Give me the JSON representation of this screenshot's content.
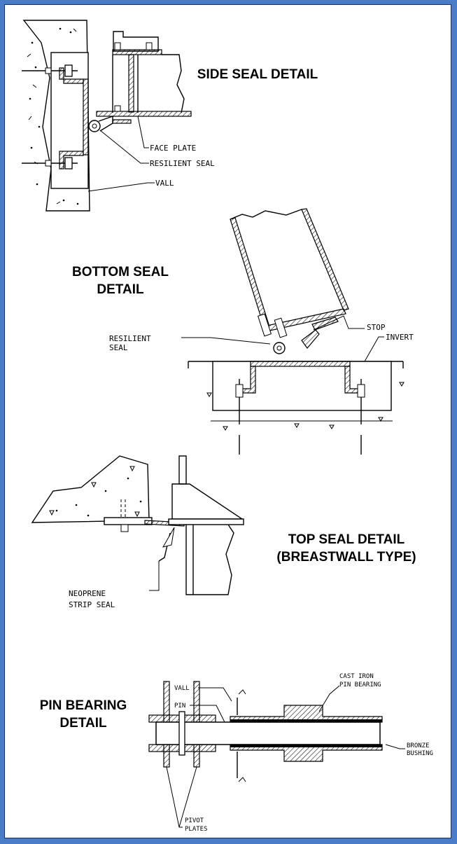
{
  "side_seal": {
    "title": "SIDE SEAL DETAIL",
    "labels": {
      "face_plate": "FACE PLATE",
      "resilient_seal": "RESILIENT SEAL",
      "wall": "VALL"
    }
  },
  "bottom_seal": {
    "title_line1": "BOTTOM SEAL",
    "title_line2": "DETAIL",
    "labels": {
      "resilient_line1": "RESILIENT",
      "resilient_line2": "SEAL",
      "stop": "STOP",
      "invert": "INVERT"
    }
  },
  "top_seal": {
    "title_line1": "TOP SEAL DETAIL",
    "title_line2": "(BREASTWALL TYPE)",
    "labels": {
      "neoprene_line1": "NEOPRENE",
      "neoprene_line2": "STRIP SEAL"
    }
  },
  "pin_bearing": {
    "title_line1": "PIN BEARING",
    "title_line2": "DETAIL",
    "labels": {
      "wall": "VALL",
      "pin": "PIN",
      "cast_iron_line1": "CAST IRON",
      "cast_iron_line2": "PIN BEARING",
      "bronze_line1": "BRONZE",
      "bronze_line2": "BUSHING",
      "pivot_line1": "PIVOT",
      "pivot_line2": "PLATES"
    }
  }
}
